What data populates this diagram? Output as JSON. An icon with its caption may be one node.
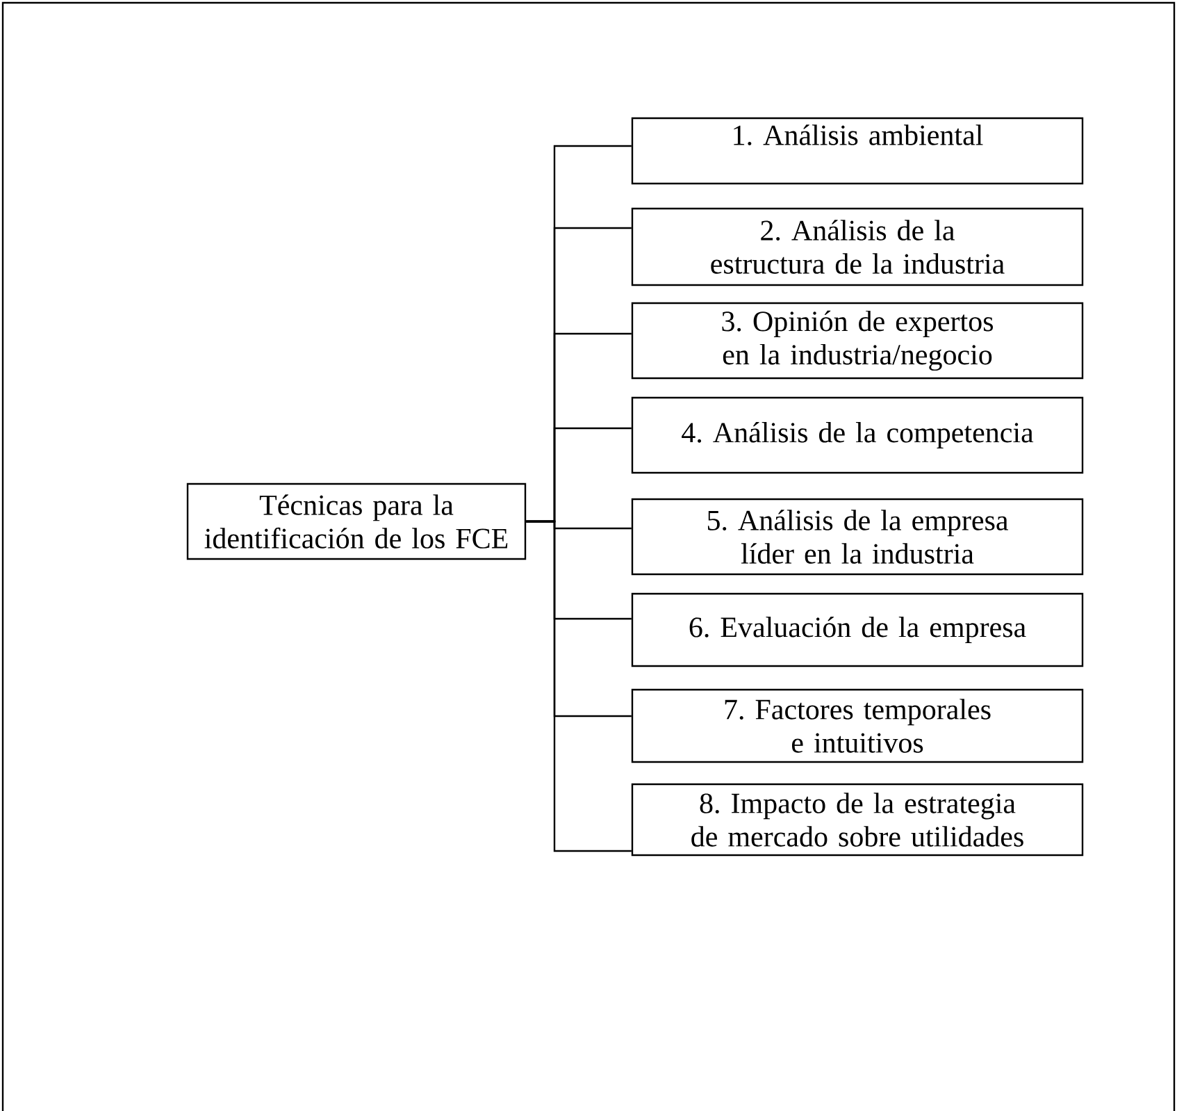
{
  "diagram": {
    "nodes": [
      {
        "text": [
          "Técnicas para la identificación de los FCE"
        ]
      },
      {
        "text": [
          "1. Análisis ambiental"
        ]
      },
      {
        "text": [
          "2. Análisis de la estructura de la industria"
        ]
      },
      {
        "text": [
          "3. Opinión de expertos en la industria/negocio"
        ]
      },
      {
        "text": [
          "4. Análisis de la competencia"
        ]
      },
      {
        "text": [
          "5. Análisis de la empresa líder en la industria"
        ]
      },
      {
        "text": [
          "6. Evaluación de la empresa"
        ]
      },
      {
        "text": [
          "7. Factores temporales e intuitivos"
        ]
      },
      {
        "text": [
          "8. Impacto de la estrategia de mercado sobre utilidades"
        ]
      }
    ],
    "edges": [
      {
        "from": 0,
        "to": 1,
        "arrow": "none"
      },
      {
        "from": 0,
        "to": 2,
        "arrow": "none"
      },
      {
        "from": 0,
        "to": 3,
        "arrow": "none"
      },
      {
        "from": 0,
        "to": 4,
        "arrow": "none"
      },
      {
        "from": 0,
        "to": 5,
        "arrow": "none"
      },
      {
        "from": 0,
        "to": 6,
        "arrow": "none"
      },
      {
        "from": 0,
        "to": 7,
        "arrow": "none"
      },
      {
        "from": 0,
        "to": 8,
        "arrow": "none"
      }
    ]
  }
}
